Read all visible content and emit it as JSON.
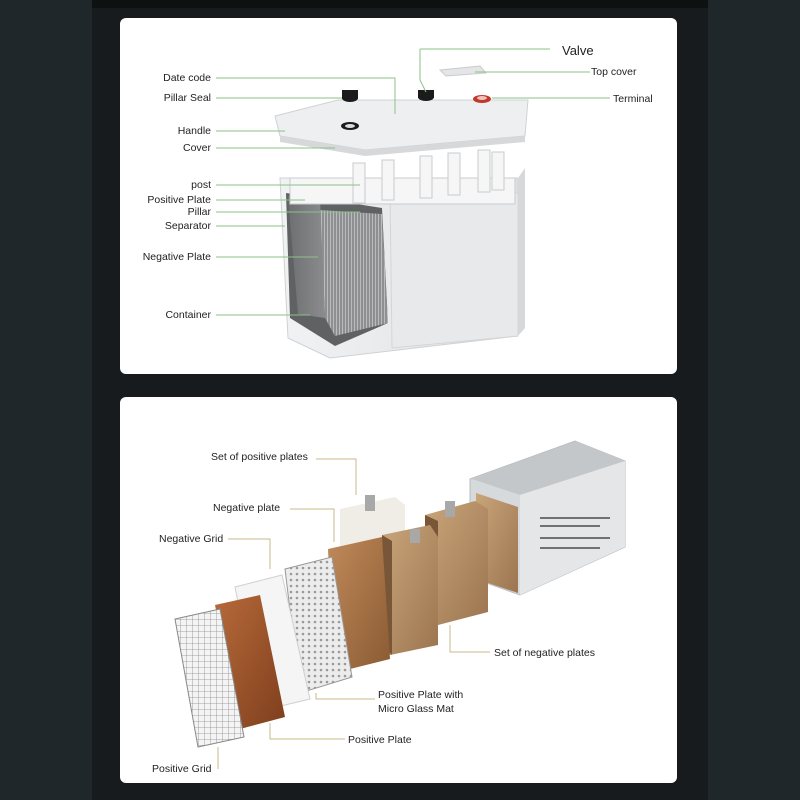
{
  "colors": {
    "background": "#20272a",
    "card": "#ffffff",
    "leader_line": "#8cc08a",
    "terminal_red": "#c0392b"
  },
  "top_diagram": {
    "labels": {
      "valve": "Valve",
      "top_cover": "Top cover",
      "terminal": "Terminal",
      "date_code": "Date code",
      "pillar_seal": "Pillar Seal",
      "handle": "Handle",
      "cover": "Cover",
      "post": "post",
      "positive_plate": "Positive Plate",
      "pillar": "Pillar",
      "separator": "Separator",
      "negative_plate": "Negative Plate",
      "container": "Container"
    }
  },
  "bottom_diagram": {
    "labels": {
      "set_positive_plates": "Set of positive plates",
      "negative_plate": "Negative plate",
      "negative_grid": "Negative Grid",
      "set_negative_plates": "Set of negative plates",
      "positive_plate_glass_mat_line1": "Positive Plate with",
      "positive_plate_glass_mat_line2": "Micro Glass Mat",
      "positive_plate": "Positive Plate",
      "positive_grid": "Positive Grid"
    }
  }
}
